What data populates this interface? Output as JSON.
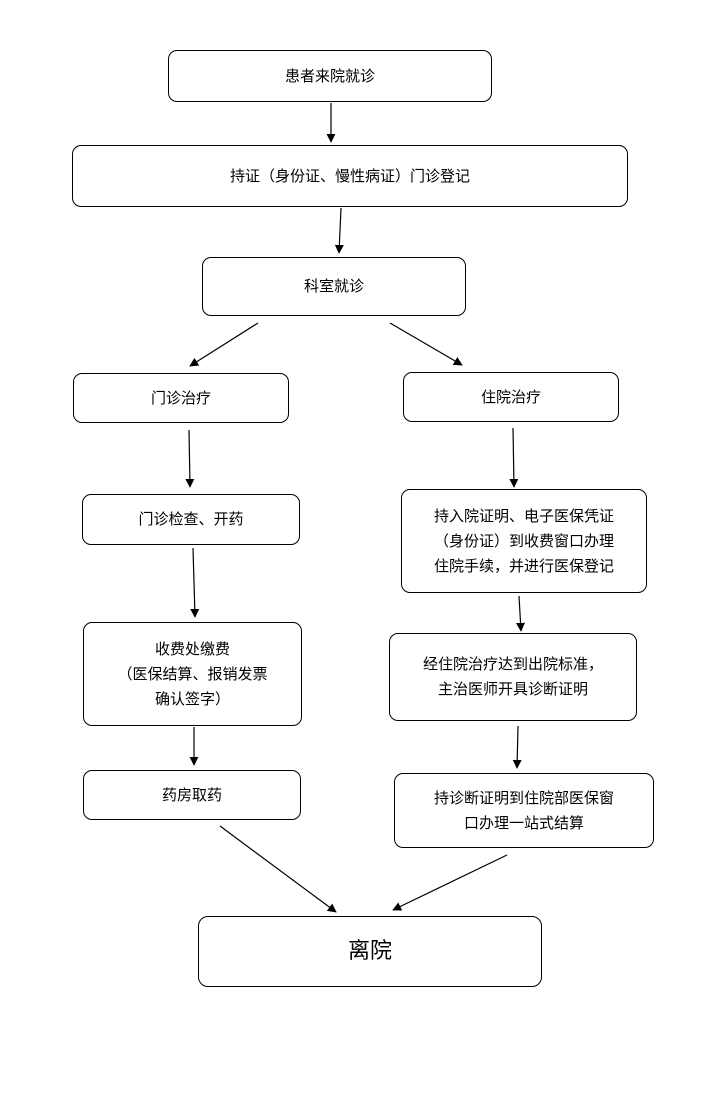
{
  "nodes": {
    "arrive": "患者来院就诊",
    "register": "持证（身份证、慢性病证）门诊登记",
    "dept": "科室就诊",
    "outpatient": "门诊治疗",
    "inpatient": "住院治疗",
    "exam": "门诊检查、开药",
    "admission": "持入院证明、电子医保凭证\n（身份证）到收费窗口办理\n住院手续，并进行医保登记",
    "payment": "收费处缴费\n（医保结算、报销发票\n确认签字）",
    "discharge_std": "经住院治疗达到出院标准，\n主治医师开具诊断证明",
    "pharmacy": "药房取药",
    "settlement": "持诊断证明到住院部医保窗\n口办理一站式结算",
    "leave": "离院"
  }
}
